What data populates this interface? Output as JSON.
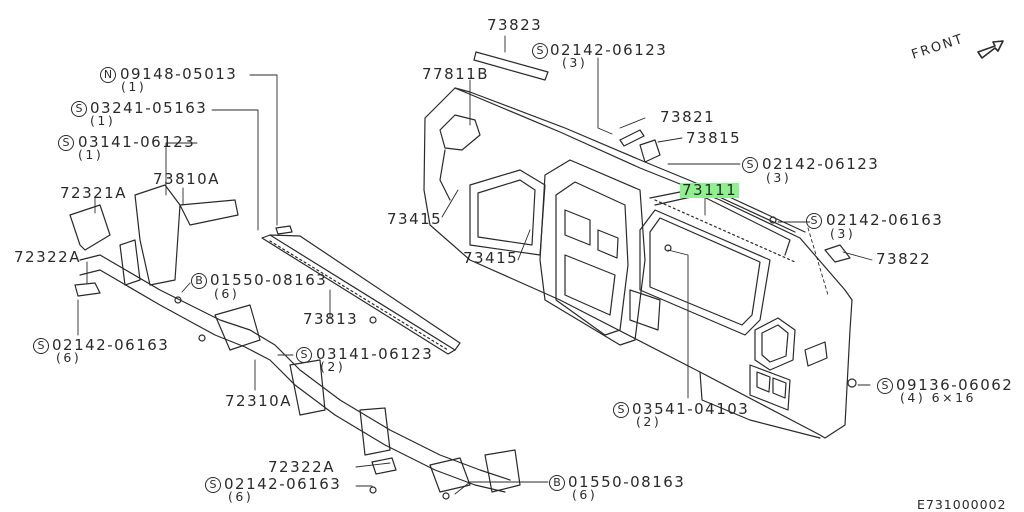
{
  "diagram_id": "E731000002",
  "front_label": "FRONT",
  "callouts": {
    "p73823": "73823",
    "p02142_06123_top": "02142-06123",
    "p02142_06123_top_prefix": "S",
    "p02142_06123_top_qty": "(3)",
    "p77811b": "77811B",
    "p73821": "73821",
    "p73815": "73815",
    "p02142_06123_mid": "02142-06123",
    "p02142_06123_mid_prefix": "S",
    "p02142_06123_mid_qty": "(3)",
    "p73111": "73111",
    "p02142_06163_right": "02142-06163",
    "p02142_06163_right_prefix": "S",
    "p02142_06163_right_qty": "(3)",
    "p73822": "73822",
    "p73415_a": "73415",
    "p73415_b": "73415",
    "p09148_05013": "09148-05013",
    "p09148_05013_prefix": "N",
    "p09148_05013_qty": "(1)",
    "p03241_05163": "03241-05163",
    "p03241_05163_prefix": "S",
    "p03241_05163_qty": "(1)",
    "p03141_06123_top": "03141-06123",
    "p03141_06123_top_prefix": "S",
    "p03141_06123_top_qty": "(1)",
    "p72321a": "72321A",
    "p73810a": "73810A",
    "p72322a_left": "72322A",
    "p01550_08163_mid": "01550-08163",
    "p01550_08163_mid_prefix": "B",
    "p01550_08163_mid_qty": "(6)",
    "p73813": "73813",
    "p02142_06163_left": "02142-06163",
    "p02142_06163_left_prefix": "S",
    "p02142_06163_left_qty": "(6)",
    "p03141_06123_mid": "03141-06123",
    "p03141_06123_mid_prefix": "S",
    "p03141_06123_mid_qty": "(2)",
    "p72310a": "72310A",
    "p09136_06062": "09136-06062",
    "p09136_06062_prefix": "S",
    "p09136_06062_qty": "(4) 6×16",
    "p03541_04103": "03541-04103",
    "p03541_04103_prefix": "S",
    "p03541_04103_qty": "(2)",
    "p72322a_bottom": "72322A",
    "p02142_06163_bottom": "02142-06163",
    "p02142_06163_bottom_prefix": "S",
    "p02142_06163_bottom_qty": "(6)",
    "p01550_08163_bottom": "01550-08163",
    "p01550_08163_bottom_prefix": "B",
    "p01550_08163_bottom_qty": "(6)"
  },
  "highlight_color": "#8ff08f"
}
